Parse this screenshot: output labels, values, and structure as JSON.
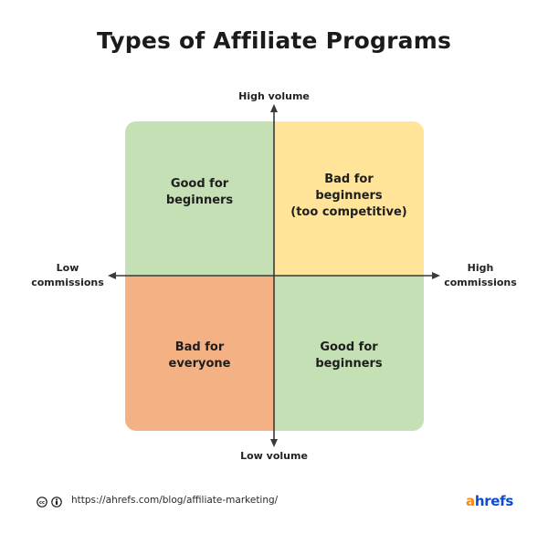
{
  "title": "Types of Affiliate Programs",
  "axes": {
    "top": "High volume",
    "bottom": "Low volume",
    "left": "Low\ncommissions",
    "right": "High\ncommissions"
  },
  "quadrants": {
    "top_left": {
      "text": "Good for\nbeginners",
      "color": "#c5e0b4"
    },
    "top_right": {
      "text": "Bad for\nbeginners\n(too competitive)",
      "color": "#ffe49a"
    },
    "bottom_left": {
      "text": "Bad for\neveryone",
      "color": "#f4b183"
    },
    "bottom_right": {
      "text": "Good for\nbeginners",
      "color": "#c5e0b4"
    }
  },
  "footer": {
    "icons": [
      "creative-commons-icon",
      "attribution-icon"
    ],
    "url": "https://ahrefs.com/blog/affiliate-marketing/",
    "brand_first": "a",
    "brand_rest": "hrefs",
    "brand_colors": {
      "first": "#ff8800",
      "rest": "#0a4bd6"
    }
  },
  "colors": {
    "axis": "#3a3a3a",
    "background": "#ffffff"
  }
}
